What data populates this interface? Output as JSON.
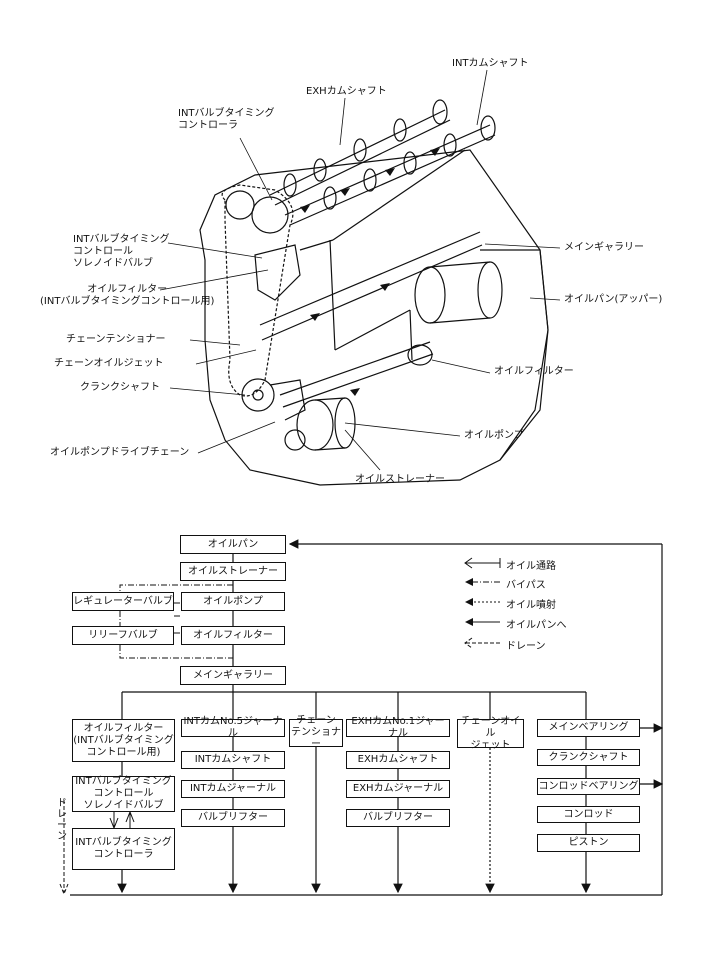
{
  "engine": {
    "labels": {
      "int_camshaft": "INTカムシャフト",
      "exh_camshaft": "EXHカムシャフト",
      "int_vtc_l1": "INTバルブタイミング",
      "int_vtc_l2": "コントローラ",
      "solenoid_l1": "INTバルブタイミング",
      "solenoid_l2": "コントロール",
      "solenoid_l3": "ソレノイドバルブ",
      "oil_filter_int_l1": "オイルフィルター",
      "oil_filter_int_l2": "(INTバルブタイミングコントロール用)",
      "chain_tensioner": "チェーンテンショナー",
      "chain_oil_jet": "チェーンオイルジェット",
      "crankshaft": "クランクシャフト",
      "oil_pump_chain": "オイルポンプドライブチェーン",
      "main_gallery": "メインギャラリー",
      "oil_pan_upper": "オイルパン(アッパー)",
      "oil_filter": "オイルフィルター",
      "oil_pump": "オイルポンプ",
      "oil_strainer": "オイルストレーナー"
    }
  },
  "flow": {
    "legend": {
      "oil_path": "オイル通路",
      "bypass": "バイパス",
      "oil_jet": "オイル噴射",
      "to_oil_pan": "オイルパンへ",
      "drain": "ドレーン"
    },
    "boxes": {
      "oil_pan": "オイルパン",
      "oil_strainer": "オイルストレーナー",
      "regulator_valve": "レギュレーターバルブ",
      "oil_pump": "オイルポンプ",
      "relief_valve": "リリーフバルブ",
      "oil_filter": "オイルフィルター",
      "main_gallery": "メインギャラリー",
      "oil_filter_int_l1": "オイルフィルター",
      "oil_filter_int_l2": "(INTバルブタイミング",
      "oil_filter_int_l3": "コントロール用)",
      "int_no5": "INTカムNo.5ジャーナル",
      "int_camshaft": "INTカムシャフト",
      "int_journal": "INTカムジャーナル",
      "int_lifter": "バルブリフター",
      "tensioner_l1": "チェーン",
      "tensioner_l2": "テンショナー",
      "exh_no1": "EXHカムNo.1ジャーナル",
      "exh_camshaft": "EXHカムシャフト",
      "exh_journal": "EXHカムジャーナル",
      "exh_lifter": "バルブリフター",
      "chain_jet_l1": "チェーンオイル",
      "chain_jet_l2": "ジェット",
      "main_bearing": "メインベアリング",
      "crankshaft": "クランクシャフト",
      "conrod_bearing": "コンロッドベアリング",
      "conrod": "コンロッド",
      "piston": "ピストン",
      "solenoid_l1": "INTバルブタイミング",
      "solenoid_l2": "コントロール",
      "solenoid_l3": "ソレノイドバルブ",
      "vtc_l1": "INTバルブタイミング",
      "vtc_l2": "コントローラ",
      "drain_vertical": "ドレーン"
    }
  }
}
